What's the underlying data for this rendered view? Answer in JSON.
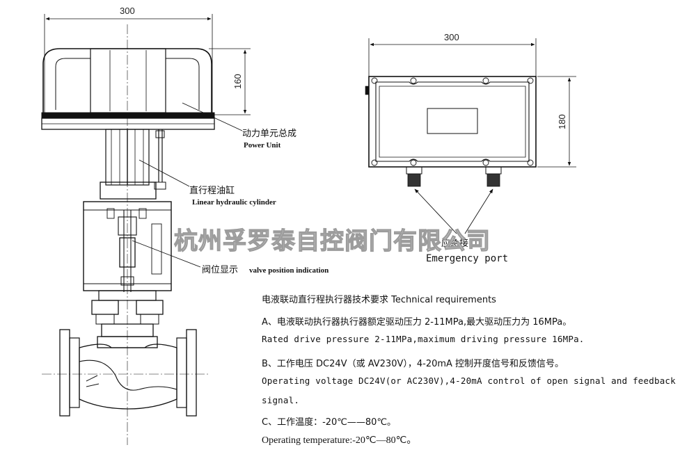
{
  "watermark": "杭州孚罗泰自控阀门有限公司",
  "actuator_view": {
    "width_dim": "300",
    "height_dim": "160",
    "labels": {
      "power_unit_cn": "动力单元总成",
      "power_unit_en": "Power Unit",
      "cylinder_cn": "直行程油缸",
      "cylinder_en": "Linear hydraulic cylinder",
      "position_cn": "阀位显示",
      "position_en": "valve position indication"
    }
  },
  "top_view": {
    "width_dim": "300",
    "height_dim": "180",
    "port_cn": "应急接口",
    "port_en": "Emergency port"
  },
  "requirements": {
    "title": "电液联动直行程执行器技术要求  Technical requirements",
    "a_cn": "A、电液联动执行器执行器额定驱动压力 2-11MPa,最大驱动压力为 16MPa。",
    "a_en": "Rated drive pressure 2-11MPa,maximum driving pressure 16MPa.",
    "b_cn": "B、工作电压 DC24V（或 AV230V），4-20mA 控制开度信号和反馈信号。",
    "b_en_1": "Operating voltage DC24V(or AC230V),4-20mA control of open signal and feedback",
    "b_en_2": "signal.",
    "c_cn": "C、工作温度：-20℃——80℃。",
    "c_en": "Operating temperature:-20℃—80℃。"
  }
}
